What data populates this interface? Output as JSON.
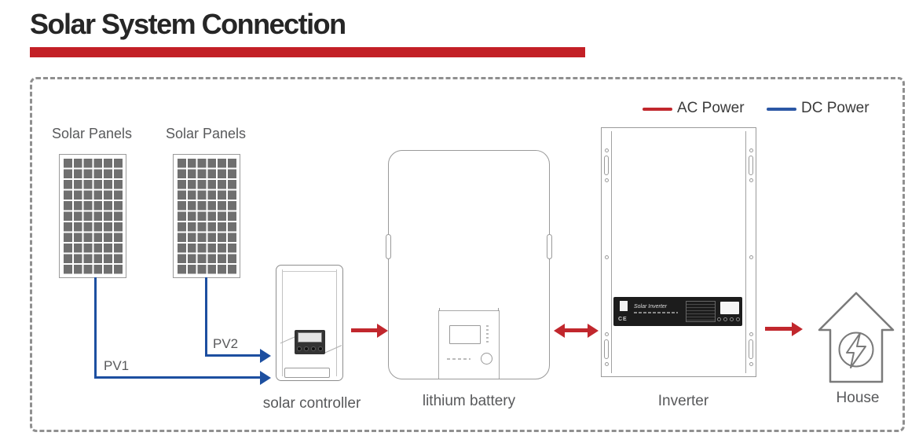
{
  "title": "Solar System Connection",
  "legend": {
    "items": [
      {
        "name": "ac-power",
        "label": "AC Power",
        "color": "#c1272d"
      },
      {
        "name": "dc-power",
        "label": "DC Power",
        "color": "#2b57a5"
      }
    ]
  },
  "colors": {
    "title_text": "#262626",
    "title_underline": "#c32026",
    "frame_dash": "#8f8f8f",
    "node_label": "#58595b",
    "ac_arrow": "#c1272d",
    "dc_wire": "#1d4fa0",
    "panel_cell": "#6f6f6f"
  },
  "diagram": {
    "panels": [
      {
        "label": "Solar Panels",
        "wire_label": "PV1"
      },
      {
        "label": "Solar Panels",
        "wire_label": "PV2"
      }
    ],
    "controller": {
      "label": "solar controller"
    },
    "battery": {
      "label": "lithium battery"
    },
    "inverter": {
      "label": "Inverter",
      "faceplate_brand": "Solar Inverter",
      "ce_mark": "CE"
    },
    "house": {
      "label": "House"
    },
    "flows": [
      {
        "from": "solar-panel-1",
        "to": "solar-controller",
        "type": "DC",
        "label": "PV1"
      },
      {
        "from": "solar-panel-2",
        "to": "solar-controller",
        "type": "DC",
        "label": "PV2"
      },
      {
        "from": "solar-controller",
        "to": "lithium-battery",
        "type": "AC-arrow",
        "direction": "right"
      },
      {
        "from": "lithium-battery",
        "to": "inverter",
        "type": "AC-arrow",
        "direction": "both"
      },
      {
        "from": "inverter",
        "to": "house",
        "type": "AC-arrow",
        "direction": "right"
      }
    ]
  }
}
